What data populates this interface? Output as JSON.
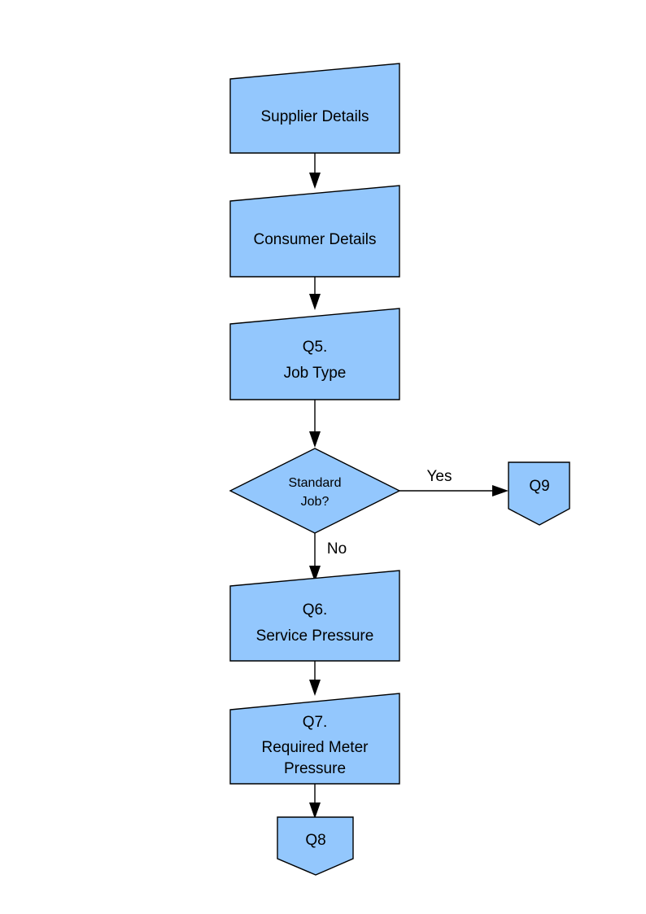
{
  "diagram": {
    "type": "flowchart",
    "orientation": "vertical",
    "background_color": "#ffffff",
    "node_fill_color": "#93c7fd",
    "node_stroke_color": "#000000",
    "text_color": "#000000",
    "nodes": [
      {
        "id": "supplier-details",
        "shape": "manual-input",
        "label": "Supplier Details",
        "lines": [
          "Supplier Details"
        ]
      },
      {
        "id": "consumer-details",
        "shape": "manual-input",
        "label": "Consumer Details",
        "lines": [
          "Consumer Details"
        ]
      },
      {
        "id": "q5-job-type",
        "shape": "manual-input",
        "label": "Q5. Job Type",
        "lines": [
          "Q5.",
          "Job Type"
        ]
      },
      {
        "id": "standard-job-decision",
        "shape": "decision-diamond",
        "label": "Standard Job?",
        "lines": [
          "Standard",
          "Job?"
        ]
      },
      {
        "id": "q9-connector",
        "shape": "off-page-connector",
        "label": "Q9",
        "lines": [
          "Q9"
        ]
      },
      {
        "id": "q6-service-pressure",
        "shape": "manual-input",
        "label": "Q6. Service Pressure",
        "lines": [
          "Q6.",
          "Service Pressure"
        ]
      },
      {
        "id": "q7-required-meter-pressure",
        "shape": "manual-input",
        "label": "Q7. Required Meter Pressure",
        "lines": [
          "Q7.",
          "Required Meter",
          "Pressure"
        ]
      },
      {
        "id": "q8-connector",
        "shape": "off-page-connector",
        "label": "Q8",
        "lines": [
          "Q8"
        ]
      }
    ],
    "edges": [
      {
        "id": "edge-supplier-to-consumer",
        "from": "supplier-details",
        "to": "consumer-details",
        "label": ""
      },
      {
        "id": "edge-consumer-to-q5",
        "from": "consumer-details",
        "to": "q5-job-type",
        "label": ""
      },
      {
        "id": "edge-q5-to-decision",
        "from": "q5-job-type",
        "to": "standard-job-decision",
        "label": ""
      },
      {
        "id": "edge-decision-to-q9",
        "from": "standard-job-decision",
        "to": "q9-connector",
        "label": "Yes"
      },
      {
        "id": "edge-decision-to-q6",
        "from": "standard-job-decision",
        "to": "q6-service-pressure",
        "label": "No"
      },
      {
        "id": "edge-q6-to-q7",
        "from": "q6-service-pressure",
        "to": "q7-required-meter-pressure",
        "label": ""
      },
      {
        "id": "edge-q7-to-q8",
        "from": "q7-required-meter-pressure",
        "to": "q8-connector",
        "label": ""
      }
    ]
  }
}
